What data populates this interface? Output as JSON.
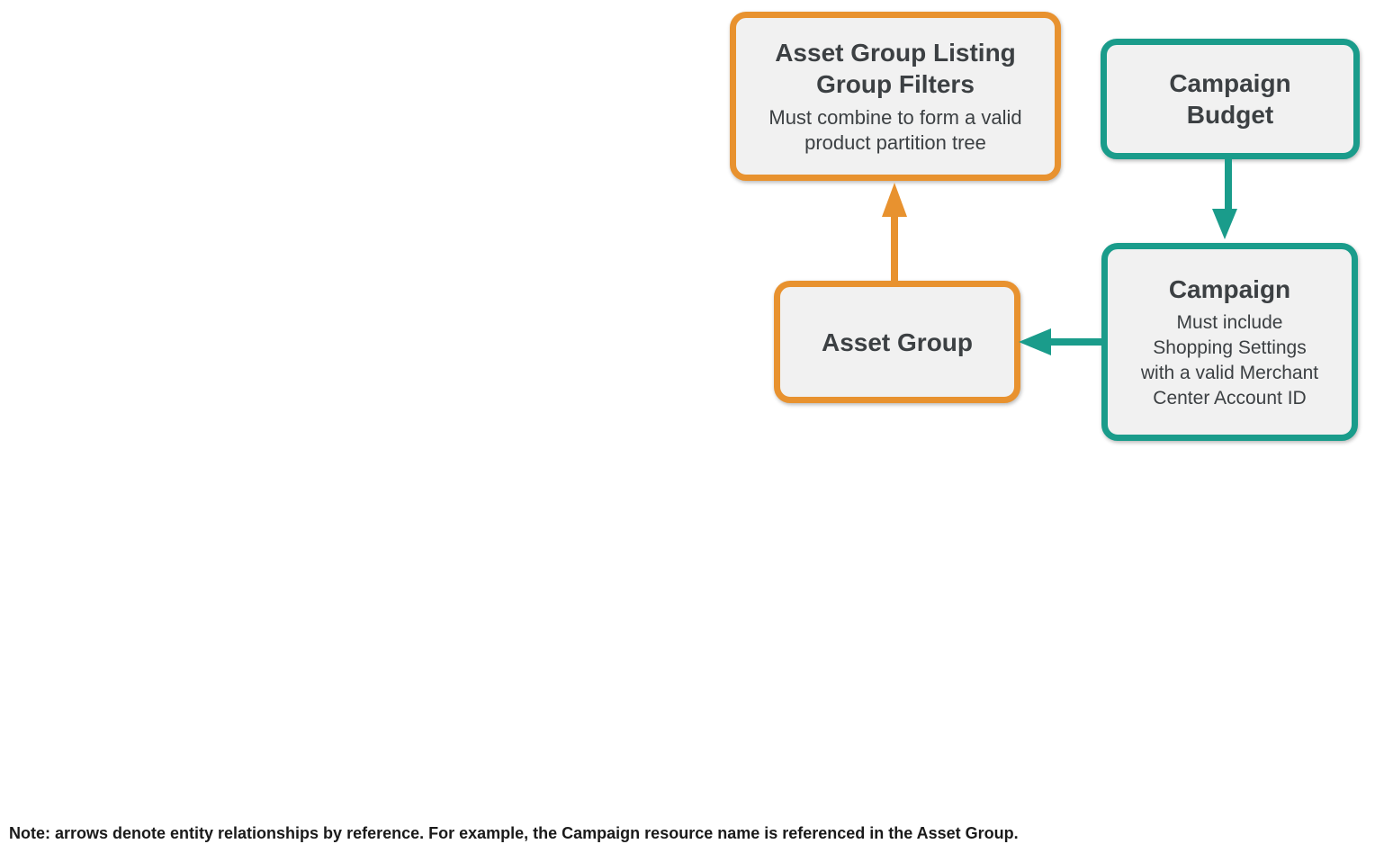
{
  "diagram": {
    "nodes": {
      "listing_filters": {
        "title": "Asset Group Listing Group Filters",
        "subtitle": "Must combine to form a valid product partition tree",
        "accent": "orange"
      },
      "campaign_budget": {
        "title": "Campaign Budget",
        "accent": "teal"
      },
      "campaign": {
        "title": "Campaign",
        "subtitle": "Must include Shopping Settings with a valid Merchant Center Account ID",
        "accent": "teal"
      },
      "asset_group": {
        "title": "Asset Group",
        "accent": "orange"
      }
    },
    "edges": [
      {
        "from": "asset_group",
        "to": "listing_filters",
        "direction": "up",
        "color_name": "orange"
      },
      {
        "from": "campaign_budget",
        "to": "campaign",
        "direction": "down",
        "color_name": "teal"
      },
      {
        "from": "campaign",
        "to": "asset_group",
        "direction": "left",
        "color_name": "teal"
      }
    ],
    "note": "Note: arrows denote entity relationships by reference. For example, the Campaign resource name is referenced in the Asset Group.",
    "colors": {
      "orange": "#E8922F",
      "teal": "#1A9C8B",
      "box_fill": "#F1F1F1",
      "title_text": "#3C4043",
      "note_text": "#1A1A1A",
      "background": "#FFFFFF"
    }
  }
}
